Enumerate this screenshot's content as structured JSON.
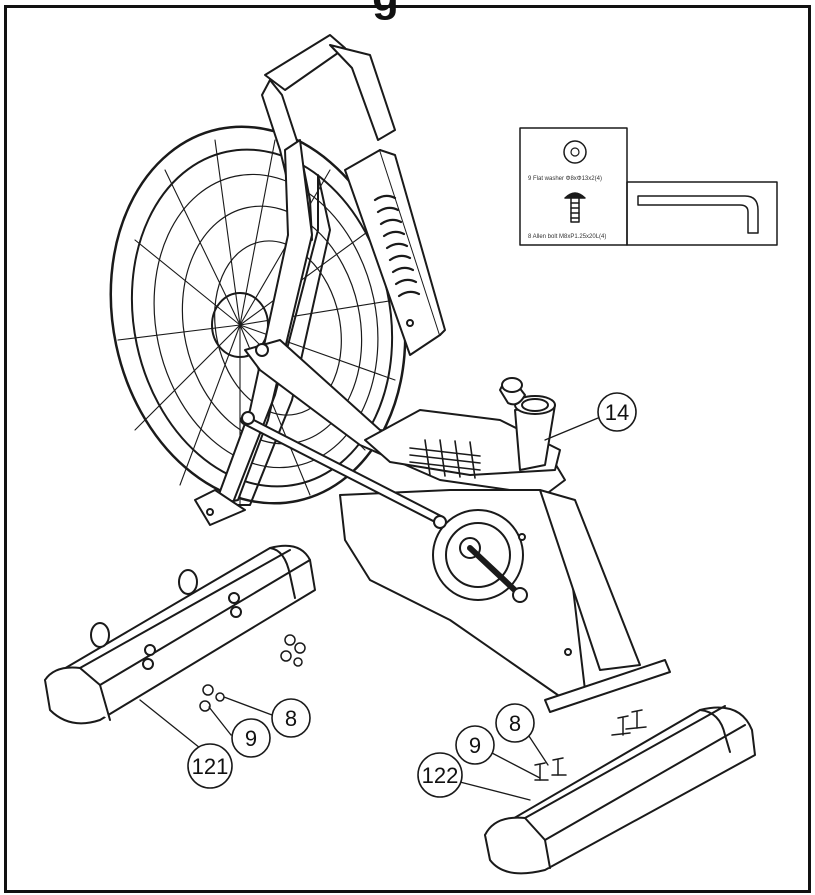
{
  "page": {
    "title_fragment": "g"
  },
  "colors": {
    "line": "#1a1a1a",
    "background": "#ffffff",
    "callout_fill": "#ffffff"
  },
  "hardware_box": {
    "washer_label": "9 Flat washer Φ8xΦ13x2(4)",
    "bolt_label": "8 Allen bolt M8xP1.25x20L(4)",
    "tool_icon": "allen-wrench"
  },
  "callouts": {
    "part_14": "14",
    "part_8_left": "8",
    "part_9_left": "9",
    "part_121": "121",
    "part_8_right": "8",
    "part_9_right": "9",
    "part_122": "122"
  }
}
